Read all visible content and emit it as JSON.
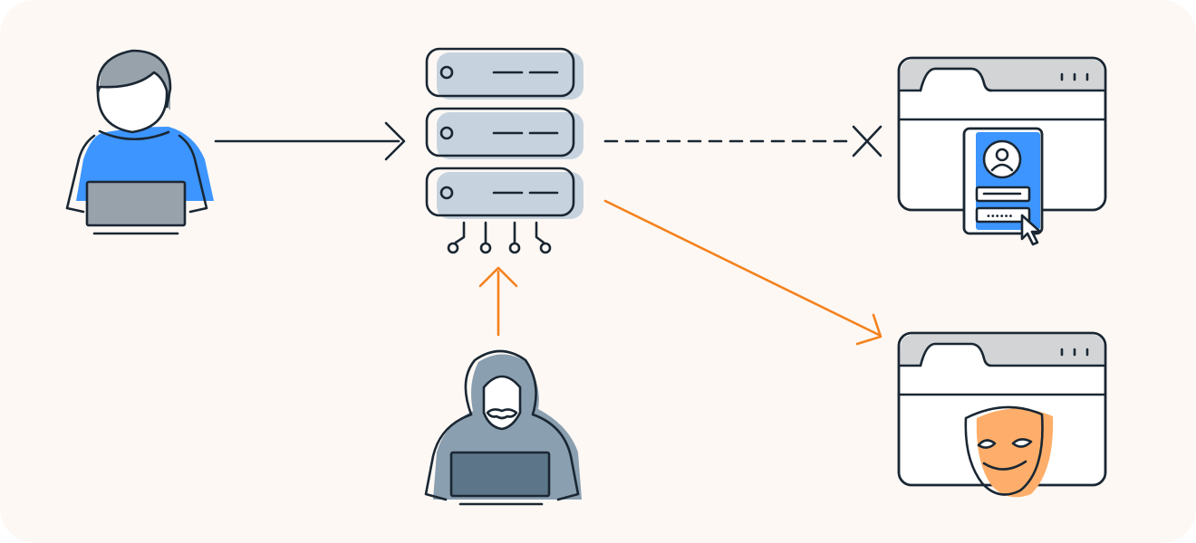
{
  "diagram": {
    "colors": {
      "background": "#fdf8f4",
      "outline": "#1a2733",
      "user_blue": "#3d95ff",
      "attacker_gray": "#8a9fb0",
      "attacker_laptop": "#5c7588",
      "server_fill": "#c6d3de",
      "laptop_gray": "#97a2ab",
      "browser_bar": "#d2d4d6",
      "malicious_orange": "#f5811c",
      "mask_orange": "#feae6a",
      "blocked_line": "#1a2733"
    },
    "nodes": [
      {
        "id": "user",
        "icon": "user-with-laptop-icon"
      },
      {
        "id": "dns-server",
        "icon": "server-stack-icon"
      },
      {
        "id": "attacker",
        "icon": "hooded-hacker-icon"
      },
      {
        "id": "legit-site",
        "icon": "browser-login-form-icon"
      },
      {
        "id": "fake-site",
        "icon": "browser-theater-mask-icon"
      }
    ],
    "edges": [
      {
        "from": "user",
        "to": "dns-server",
        "style": "solid"
      },
      {
        "from": "dns-server",
        "to": "legit-site",
        "style": "dashed-blocked"
      },
      {
        "from": "attacker",
        "to": "dns-server",
        "style": "solid-orange"
      },
      {
        "from": "dns-server",
        "to": "fake-site",
        "style": "solid-orange"
      }
    ]
  }
}
